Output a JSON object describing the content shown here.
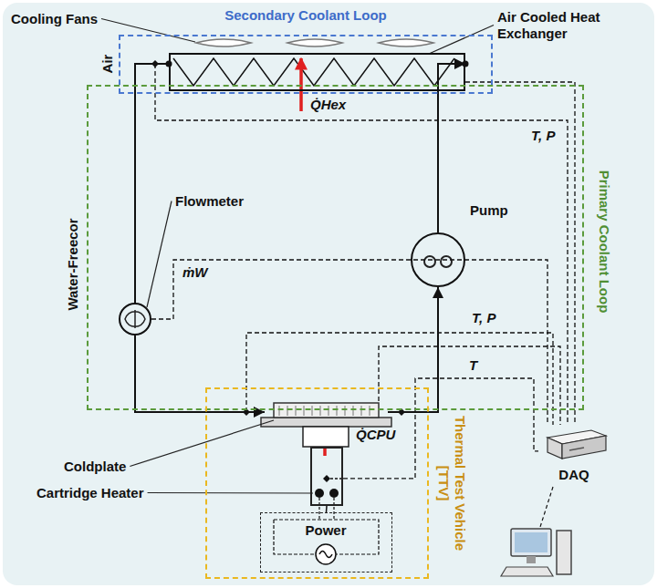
{
  "diagram": {
    "nodes": [
      {
        "text": [
          "Secondary Coolant Loop"
        ]
      },
      {
        "text": [
          "Air Cooled Heat Exchanger"
        ],
        "in": 0
      },
      {
        "text": [
          "Cooling Fans"
        ],
        "in": 0
      },
      {
        "text": [
          "Primary Coolant Loop"
        ]
      },
      {
        "text": [
          "Flowmeter"
        ],
        "in": 3
      },
      {
        "text": [
          "Pump"
        ],
        "in": 3
      },
      {
        "text": [
          "Thermal Test Vehicle [TTV]"
        ]
      },
      {
        "text": [
          "Coldplate"
        ],
        "in": 6
      },
      {
        "text": [
          "Cartridge Heater"
        ],
        "in": 6
      },
      {
        "text": [
          "Power"
        ],
        "in": 6
      },
      {
        "text": [
          "DAQ"
        ]
      }
    ],
    "edges": [
      {
        "from": 1,
        "to": 4,
        "arrow": "none"
      },
      {
        "from": 4,
        "to": 7,
        "arrow": "to"
      },
      {
        "from": 7,
        "to": 5,
        "arrow": "to"
      },
      {
        "from": 5,
        "to": 1,
        "arrow": "to"
      },
      {
        "from": 4,
        "to": 10,
        "label": "ṁW",
        "arrow": "none"
      },
      {
        "from": 1,
        "to": 10,
        "label": "T, P",
        "arrow": "none"
      },
      {
        "from": 7,
        "to": 10,
        "label": "T, P",
        "arrow": "none"
      },
      {
        "from": 8,
        "to": 10,
        "label": "T",
        "arrow": "none"
      },
      {
        "from": 9,
        "to": 8,
        "arrow": "none"
      }
    ],
    "labels": [
      "Air",
      "Water-Freecor",
      "Q̇Hex",
      "Q̇CPU"
    ]
  }
}
